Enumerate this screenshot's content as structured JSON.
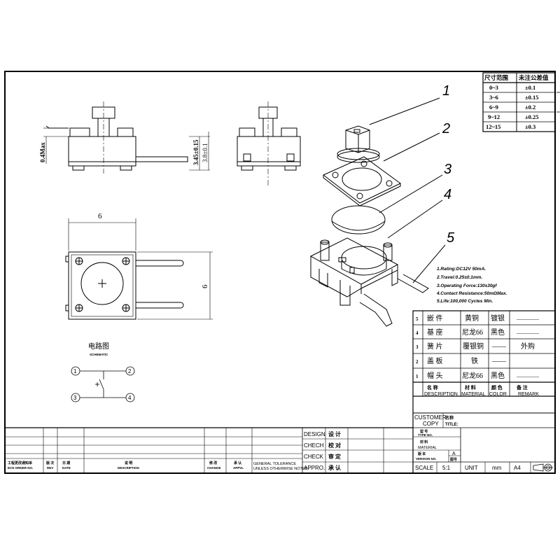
{
  "tolerance_table": {
    "headers": [
      "尺寸范围",
      "未注公差值"
    ],
    "rows": [
      [
        "0~3",
        "±0.1"
      ],
      [
        "3~6",
        "±0.15"
      ],
      [
        "6~9",
        "±0.2"
      ],
      [
        "9~12",
        "±0.25"
      ],
      [
        "12~15",
        "±0.3"
      ]
    ]
  },
  "part_callouts": [
    "1",
    "2",
    "3",
    "4",
    "5"
  ],
  "dimensions": {
    "stroke": "0.4Max",
    "height1": "3.45±0.15",
    "height2": "3.8±0.1",
    "width": "6",
    "depth": "6"
  },
  "notes": [
    "1.Rating:DC12V 50mA.",
    "2.Travel:0.25±0.1mm.",
    "3.Operating Force:130±30gf",
    "4.Contact Resistance:50mΩMax.",
    "5.Life:100,000 Cycles Min."
  ],
  "circuit": {
    "title_cn": "电路图",
    "title_en": "SCHEMATIC",
    "pins": [
      "1",
      "2",
      "3",
      "4"
    ]
  },
  "bom": {
    "rows": [
      {
        "no": "5",
        "name": "嵌 件",
        "material": "黄铜",
        "color": "镀银",
        "remark": "————"
      },
      {
        "no": "4",
        "name": "基 座",
        "material": "尼龙66",
        "color": "黑色",
        "remark": "————"
      },
      {
        "no": "3",
        "name": "簧 片",
        "material": "覆银铜",
        "color": "——",
        "remark": "外购"
      },
      {
        "no": "2",
        "name": "盖 板",
        "material": "铁",
        "color": "——",
        "remark": ""
      },
      {
        "no": "1",
        "name": "帽 头",
        "material": "尼龙66",
        "color": "黑色",
        "remark": "————"
      }
    ],
    "header": {
      "name_cn": "名 称",
      "name_en": "DESCRIPTION",
      "material_cn": "材 料",
      "material_en": "MATERIAL",
      "color_cn": "颜 色",
      "color_en": "COLOR",
      "remark_cn": "备 注",
      "remark_en": "REMARK"
    }
  },
  "title_block": {
    "customer": "CUSTOMER",
    "copy": "COPY",
    "customer_cn": "名称",
    "title_en": "TITLE:",
    "type_cn": "型 号",
    "type_en": "TYPE NO.",
    "material_cn": "材 料",
    "material_en": "MATERIAL",
    "version_cn": "版 本",
    "version_en": "VERSION NO.",
    "version_value": "A",
    "version_note": "图号",
    "scale_label": "SCALE",
    "scale_value": "5:1",
    "unit_label": "UNIT",
    "unit_value": "mm",
    "size_value": "A4"
  },
  "signoff": [
    {
      "en": "DESIGN",
      "cn": "设 计"
    },
    {
      "en": "CHECH",
      "cn": "校 对"
    },
    {
      "en": "CHECK",
      "cn": "审 定"
    },
    {
      "en": "APPRO.",
      "cn": "承 认"
    }
  ],
  "revision_block": {
    "drawing_no_cn": "工程更改通知单",
    "drawing_no_en": "ECN ORDER NO.",
    "rev_cn": "版 次",
    "rev_en": "REV",
    "date_cn": "日 期",
    "date_en": "DATE",
    "desc_cn": "说 明",
    "desc_en": "DESCRIPTION",
    "change_cn": "修 改",
    "change_en": "CHANGE",
    "appd_cn": "承 认",
    "appd_en": "APPVL",
    "tol_line1": "GENERAL TOLERANCE",
    "tol_line2": "UNLESS OTHERWISE NOTED"
  }
}
